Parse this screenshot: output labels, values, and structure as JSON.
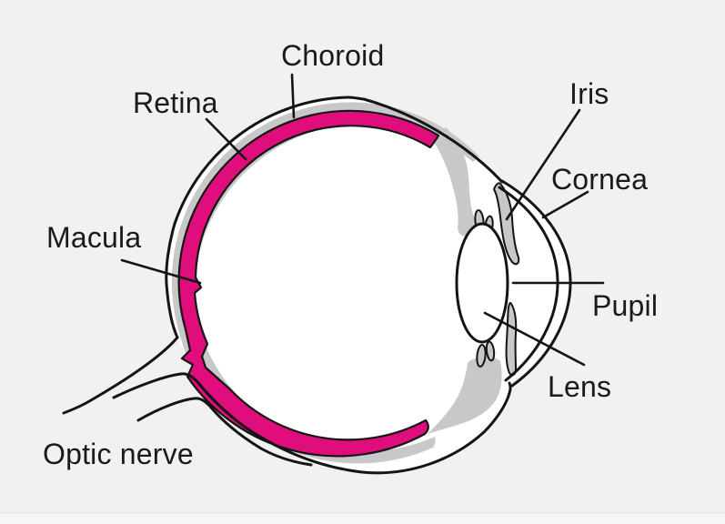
{
  "diagram": {
    "type": "anatomy-diagram",
    "subject": "Cross-section of the human eye",
    "labels": {
      "choroid": "Choroid",
      "retina": "Retina",
      "macula": "Macula",
      "iris": "Iris",
      "cornea": "Cornea",
      "pupil": "Pupil",
      "lens": "Lens",
      "optic_nerve": "Optic nerve"
    },
    "colors": {
      "background": "#f2f1f1",
      "outline": "#141414",
      "choroid_gray": "#c9c8c8",
      "retina_magenta": "#e00d7c",
      "eye_interior": "#ffffff",
      "label_text": "#1a1a1a",
      "bottom_strip": "#f7f6f6",
      "bottom_divider": "#e9e8e8"
    }
  }
}
